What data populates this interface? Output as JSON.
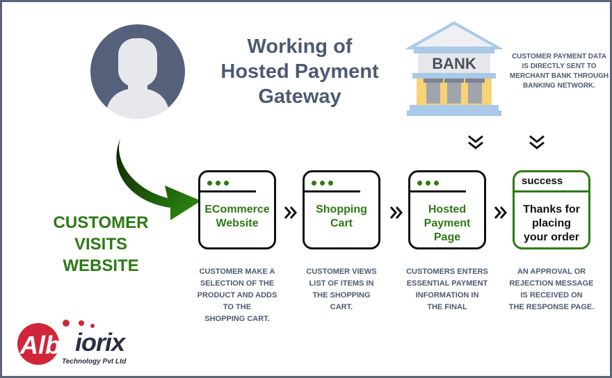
{
  "title": {
    "line1": "Working of",
    "line2": "Hosted Payment",
    "line3": "Gateway"
  },
  "customer": {
    "icon": "user-avatar-icon",
    "label_line1": "CUSTOMER",
    "label_line2": "VISITS",
    "label_line3": "WEBSITE"
  },
  "bank": {
    "sign": "BANK",
    "icon": "bank-building-icon",
    "note_line1": "CUSTOMER PAYMENT DATA",
    "note_line2": "IS DIRECTLY SENT TO",
    "note_line3": "MERCHANT BANK THROUGH",
    "note_line4": "BANKING NETWORK."
  },
  "steps": [
    {
      "label_line1": "ECommerce",
      "label_line2": "Website",
      "desc": [
        "CUSTOMER MAKE A",
        "SELECTION OF THE",
        "PRODUCT AND ADDS",
        "TO THE",
        "SHOPPING CART."
      ]
    },
    {
      "label_line1": "Shopping",
      "label_line2": "Cart",
      "desc": [
        "CUSTOMER VIEWS",
        "LIST OF ITEMS IN",
        "THE SHOPPING",
        "CART."
      ]
    },
    {
      "label_line1": "Hosted",
      "label_line2": "Payment",
      "label_line3": "Page",
      "desc": [
        "CUSTOMERS ENTERS",
        "ESSENTIAL PAYMENT",
        "INFORMATION IN",
        "THE FINAL"
      ]
    },
    {
      "status": "success",
      "label_line1": "Thanks for",
      "label_line2": "placing",
      "label_line3": "your order",
      "desc": [
        "AN APPROVAL OR",
        "REJECTION MESSAGE",
        "IS RECEIVED ON",
        "THE RESPONSE PAGE."
      ]
    }
  ],
  "logo": {
    "word": "Albiorix",
    "sub": "Technology Pvt Ltd"
  },
  "colors": {
    "green": "#2c7a12",
    "slate": "#4b5a72",
    "avatar": "#55617a",
    "logo_red": "#d0263a"
  }
}
